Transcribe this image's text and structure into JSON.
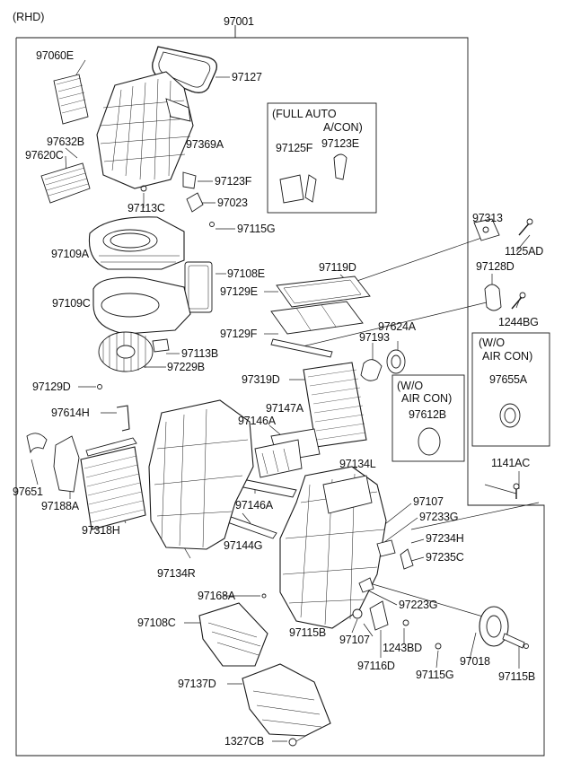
{
  "diagram": {
    "corner_note": "(RHD)",
    "assembly_no": "97001",
    "boxes": {
      "full_auto": {
        "line1": "(FULL AUTO",
        "line2": "A/CON)"
      },
      "wo_aircon_center": {
        "line1": "(W/O",
        "line2": "AIR CON)"
      },
      "wo_aircon_right": {
        "line1": "(W/O",
        "line2": "AIR CON)"
      }
    },
    "parts": {
      "p97060E": "97060E",
      "p97127": "97127",
      "p97632B": "97632B",
      "p97620C": "97620C",
      "p97369A": "97369A",
      "p97125F": "97125F",
      "p97123E": "97123E",
      "p97123F": "97123F",
      "p97023": "97023",
      "p97113C": "97113C",
      "p97115G_a": "97115G",
      "p97313": "97313",
      "p1125AD": "1125AD",
      "p97109A": "97109A",
      "p97119D": "97119D",
      "p97128D": "97128D",
      "p97108E": "97108E",
      "p97129E": "97129E",
      "p97109C": "97109C",
      "p1244BG": "1244BG",
      "p97624A": "97624A",
      "p97129F": "97129F",
      "p97193": "97193",
      "p97113B": "97113B",
      "p97229B": "97229B",
      "p97655A": "97655A",
      "p97129D": "97129D",
      "p97319D": "97319D",
      "p97147A": "97147A",
      "p97612B": "97612B",
      "p97614H": "97614H",
      "p97146A_a": "97146A",
      "p97134L": "97134L",
      "p1141AC": "1141AC",
      "p97651": "97651",
      "p97188A": "97188A",
      "p97146A_b": "97146A",
      "p97107_a": "97107",
      "p97233G": "97233G",
      "p97318H": "97318H",
      "p97144G": "97144G",
      "p97234H": "97234H",
      "p97235C": "97235C",
      "p97134R": "97134R",
      "p97168A": "97168A",
      "p97223G": "97223G",
      "p97108C": "97108C",
      "p97115B_a": "97115B",
      "p97107_b": "97107",
      "p1243BD": "1243BD",
      "p97018": "97018",
      "p97116D": "97116D",
      "p97115G_b": "97115G",
      "p97115B_b": "97115B",
      "p97137D": "97137D",
      "p1327CB": "1327CB"
    }
  },
  "colors": {
    "line": "#1a1a1a",
    "part_fill": "#ffffff",
    "shade": "#9a9a9a"
  }
}
